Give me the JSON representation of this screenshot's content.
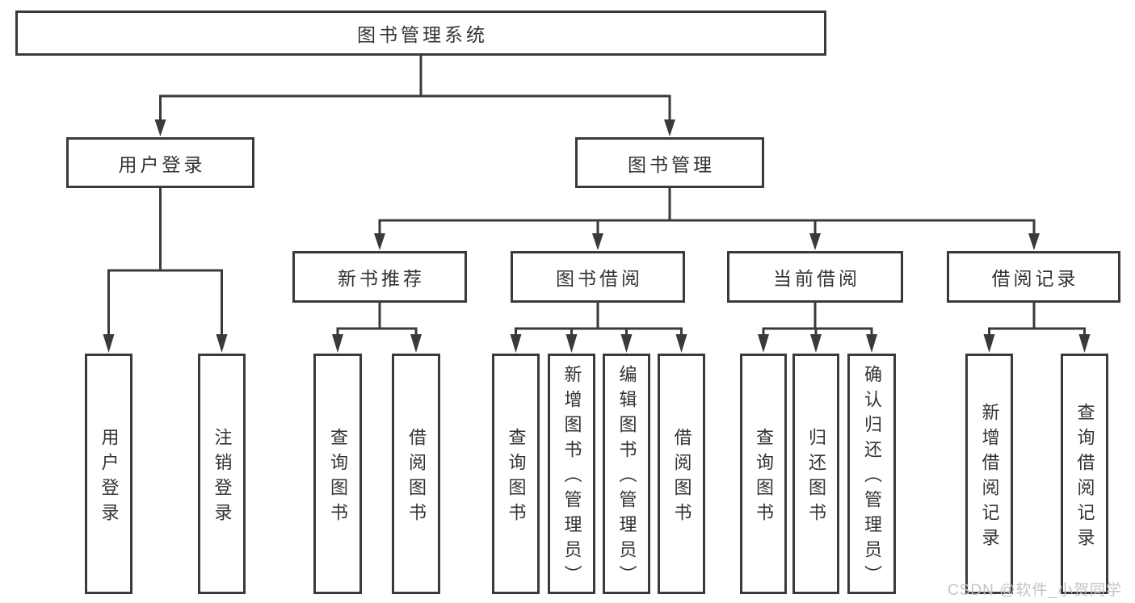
{
  "colors": {
    "background": "#ffffff",
    "line": "#3a3a3a",
    "box_border": "#3a3a3a",
    "text": "#333333",
    "watermark": "#c4c4c4"
  },
  "tree": {
    "root": {
      "label": "图书管理系统"
    },
    "user_login": {
      "label": "用户登录",
      "children": [
        {
          "label": "用户登录"
        },
        {
          "label": "注销登录"
        }
      ]
    },
    "book_mgmt": {
      "label": "图书管理",
      "new_book": {
        "label": "新书推荐",
        "children": [
          {
            "label": "查询图书"
          },
          {
            "label": "借阅图书"
          }
        ]
      },
      "borrow": {
        "label": "图书借阅",
        "children": [
          {
            "label": "查询图书"
          },
          {
            "label": "新增图书（管理员）"
          },
          {
            "label": "编辑图书（管理员）"
          },
          {
            "label": "借阅图书"
          }
        ]
      },
      "current": {
        "label": "当前借阅",
        "children": [
          {
            "label": "查询图书"
          },
          {
            "label": "归还图书"
          },
          {
            "label": "确认归还（管理员）"
          }
        ]
      },
      "records": {
        "label": "借阅记录",
        "children": [
          {
            "label": "新增借阅记录"
          },
          {
            "label": "查询借阅记录"
          }
        ]
      }
    }
  },
  "watermark": {
    "text": "CSDN @软件_小贺同学"
  }
}
